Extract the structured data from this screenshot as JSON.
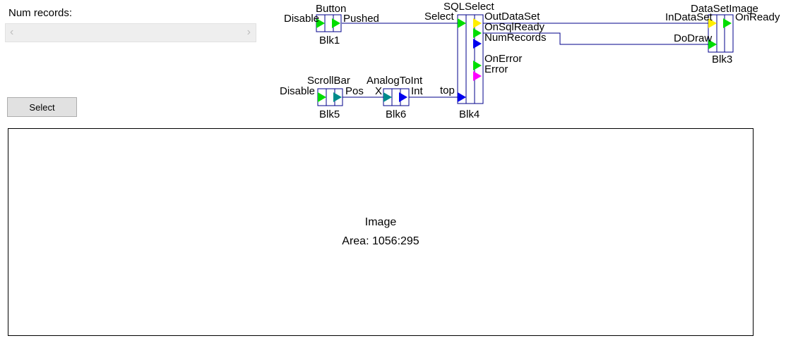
{
  "form": {
    "num_records_label": "Num records:",
    "select_button_label": "Select",
    "scrollbar": {
      "left_arrow": "‹",
      "right_arrow": "›"
    }
  },
  "image_area": {
    "title": "Image",
    "area_text": "Area: 1056:295"
  },
  "diagram": {
    "blk1": {
      "type": "Button",
      "name": "Blk1",
      "input": "Disable",
      "output": "Pushed"
    },
    "blk5": {
      "type": "ScrollBar",
      "name": "Blk5",
      "input": "Disable",
      "output": "Pos"
    },
    "blk6": {
      "type": "AnalogToInt",
      "name": "Blk6",
      "input": "X",
      "output": "Int"
    },
    "blk4": {
      "type": "SQLSelect",
      "name": "Blk4",
      "inputs": [
        "Select",
        "top"
      ],
      "outputs": [
        "OutDataSet",
        "OnSqlReady",
        "NumRecords",
        "OnError",
        "Error"
      ]
    },
    "blk3": {
      "type": "DataSetImage",
      "name": "Blk3",
      "inputs": [
        "InDataSet",
        "DoDraw"
      ],
      "output": "OnReady"
    },
    "colors": {
      "wire": "#00008b",
      "block_border": "#00008b",
      "pin_green": "#00dd00",
      "pin_yellow": "#ffee00",
      "pin_blue": "#0000ee",
      "pin_teal": "#008b8b",
      "pin_magenta": "#ff00ff"
    }
  }
}
